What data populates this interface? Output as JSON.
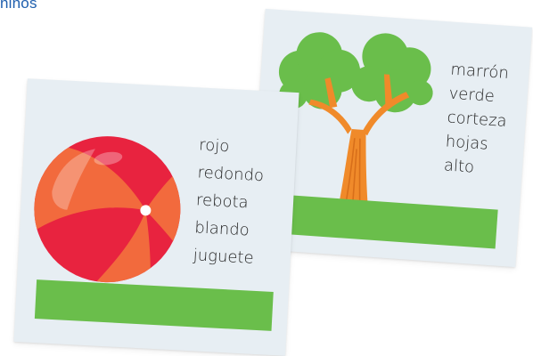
{
  "header": {
    "text": "niños"
  },
  "cards": [
    {
      "id": "tree",
      "words": [
        "marrón",
        "verde",
        "corteza",
        "hojas",
        "alto"
      ],
      "colors": {
        "card": "#e7eef3",
        "grass": "#6abe4b",
        "foliage": "#6abe4b",
        "trunk": "#f08a2a"
      },
      "icon": "tree-icon"
    },
    {
      "id": "ball",
      "words": [
        "rojo",
        "redondo",
        "rebota",
        "blando",
        "juguete"
      ],
      "colors": {
        "card": "#e7eef3",
        "grass": "#6abe4b",
        "ball_red": "#e8233f",
        "ball_orange": "#f26a3d"
      },
      "icon": "beach-ball-icon"
    }
  ]
}
